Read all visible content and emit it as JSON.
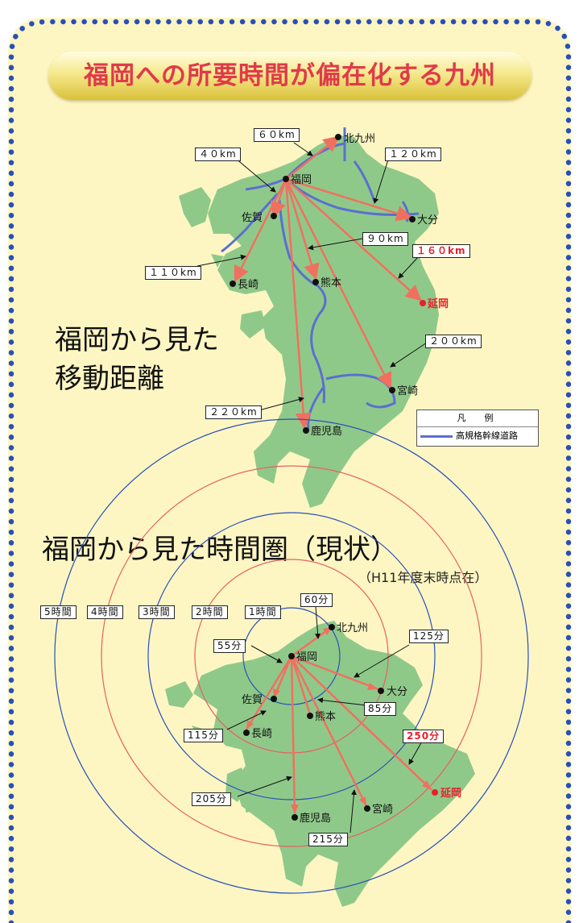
{
  "title": "福岡への所要時間が偏在化する九州",
  "top": {
    "heading_line1": "福岡から見た",
    "heading_line2": "移動距離",
    "cities": {
      "kitakyushu": "北九州",
      "fukuoka": "福岡",
      "saga": "佐賀",
      "oita": "大分",
      "nagasaki": "長崎",
      "kumamoto": "熊本",
      "nobeoka": "延岡",
      "miyazaki": "宮崎",
      "kagoshima": "鹿児島"
    },
    "distances": {
      "kitakyushu": "６０km",
      "saga": "４０km",
      "oita": "１２０km",
      "kumamoto": "９０km",
      "nobeoka": "１６０km",
      "nagasaki": "１１０km",
      "miyazaki": "２００km",
      "kagoshima": "２２０km"
    },
    "legend": {
      "title": "凡　例",
      "item": "高規格幹線道路"
    }
  },
  "bottom": {
    "heading": "福岡から見た時間圏（現状）",
    "note": "（H11年度末時点在）",
    "rings": [
      "5時間",
      "4時間",
      "3時間",
      "2時間",
      "1時間"
    ],
    "cities": {
      "kitakyushu": "北九州",
      "fukuoka": "福岡",
      "saga": "佐賀",
      "oita": "大分",
      "nagasaki": "長崎",
      "kumamoto": "熊本",
      "nobeoka": "延岡",
      "miyazaki": "宮崎",
      "kagoshima": "鹿児島"
    },
    "times": {
      "kitakyushu": "60分",
      "saga": "55分",
      "oita": "125分",
      "kumamoto": "85分",
      "nobeoka": "250分",
      "nagasaki": "115分",
      "kagoshima": "205分",
      "miyazaki": "215分"
    }
  },
  "colors": {
    "background": "#fdf6c3",
    "land": "#8fc98a",
    "route_arrow": "#f07060",
    "highway": "#5b6fd0",
    "dot_border": "#2a4fb8",
    "title_text": "#e03a4a",
    "highlight": "#e8202a"
  }
}
